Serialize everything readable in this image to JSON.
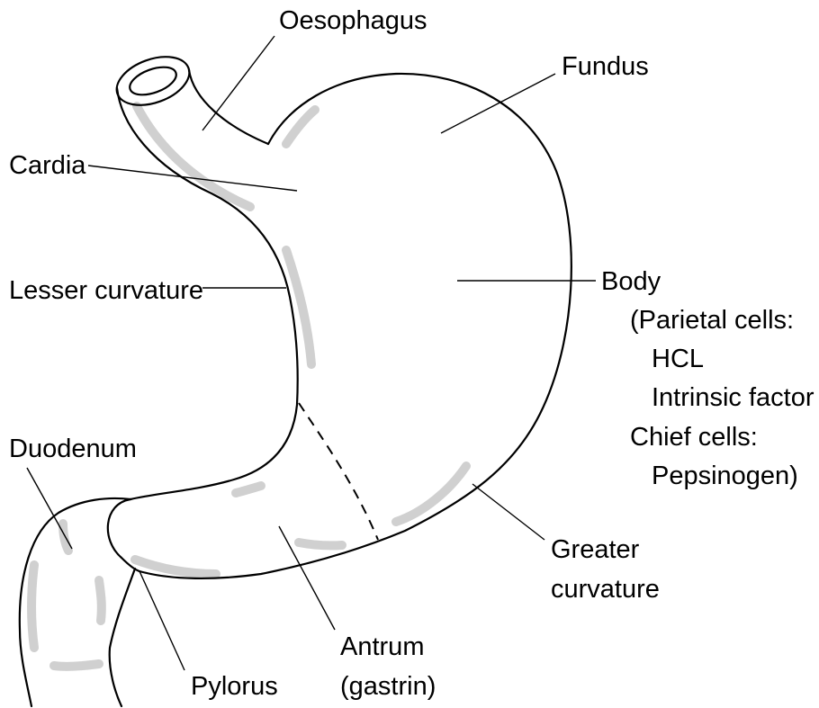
{
  "colors": {
    "outline": "#000000",
    "shading": "#d0d0d0",
    "background": "#ffffff"
  },
  "labels": {
    "oesophagus": "Oesophagus",
    "fundus": "Fundus",
    "cardia": "Cardia",
    "lesser_curvature": "Lesser curvature",
    "body": "Body",
    "body_detail_1": "(Parietal cells:",
    "body_detail_2": "HCL",
    "body_detail_3": "Intrinsic factor",
    "body_detail_4": "Chief cells:",
    "body_detail_5": "Pepsinogen)",
    "duodenum": "Duodenum",
    "greater_curvature_1": "Greater",
    "greater_curvature_2": "curvature",
    "antrum_1": "Antrum",
    "antrum_2": "(gastrin)",
    "pylorus": "Pylorus"
  }
}
